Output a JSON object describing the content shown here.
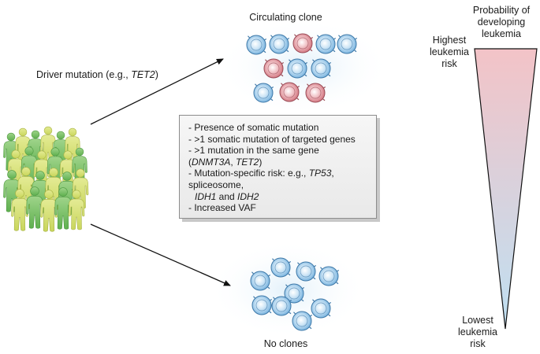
{
  "driver": {
    "prefix": "Driver mutation (e.g., ",
    "gene": "TET2",
    "suffix": ")"
  },
  "circulating_clone": {
    "title": "Circulating clone"
  },
  "no_clones": {
    "title": "No clones"
  },
  "probability": {
    "title_lines": [
      "Probability of",
      "developing",
      "leukemia"
    ],
    "highest_lines": [
      "Highest",
      "leukemia",
      "risk"
    ],
    "lowest_lines": [
      "Lowest",
      "leukemia",
      "risk"
    ]
  },
  "risk_factors": {
    "item1": "- Presence of somatic mutation",
    "item2": "- >1 somatic mutation of targeted genes",
    "item3_line1": "- >1 mutation in the same gene",
    "item3_open": "(",
    "item3_gene1": "DNMT3A",
    "item3_sep": ", ",
    "item3_gene2": "TET2",
    "item3_close": ")",
    "item4_prefix": "- Mutation-specific risk: e.g., ",
    "item4_gene": "TP53",
    "item4_suffix": ", spliceosome,",
    "item4_gene2": "IDH1",
    "item4_and": " and ",
    "item4_gene3": "IDH2",
    "item5": "- Increased VAF"
  },
  "colors": {
    "mutant_cell": "#d9848c",
    "normal_cell": "#8ec3e6",
    "people_yellow": "#d8e27a",
    "people_green": "#7cc36a",
    "wedge_top": "#f4c4c8",
    "wedge_bottom": "#bfe0f2"
  }
}
